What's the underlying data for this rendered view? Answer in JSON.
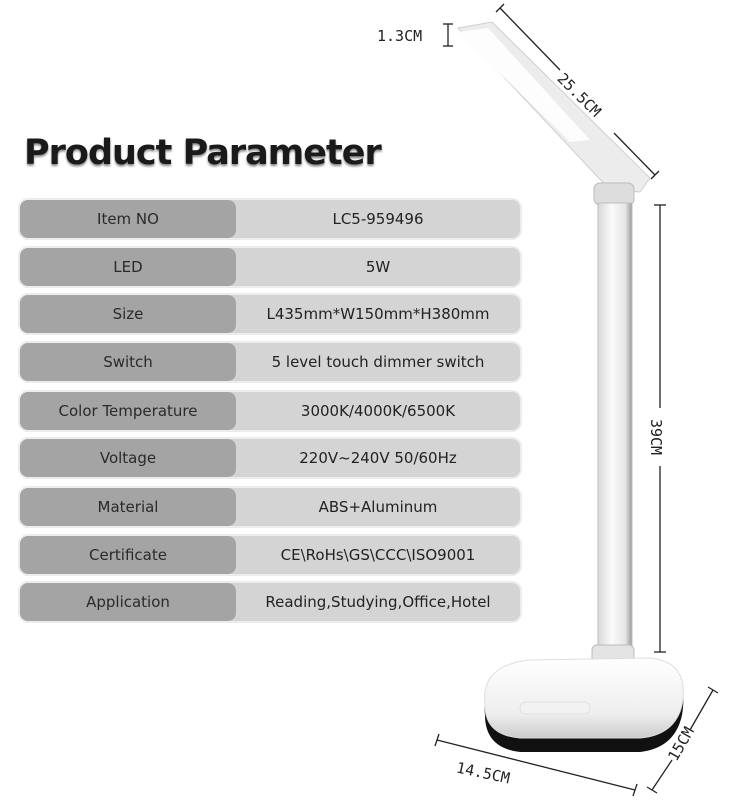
{
  "title": "Product Parameter",
  "parameters": [
    {
      "label": "Item NO",
      "value": "LC5-959496"
    },
    {
      "label": "LED",
      "value": "5W"
    },
    {
      "label": "Size",
      "value": "L435mm*W150mm*H380mm"
    },
    {
      "label": "Switch",
      "value": "5 level touch dimmer switch"
    },
    {
      "label": "Color Temperature",
      "value": "3000K/4000K/6500K"
    },
    {
      "label": "Voltage",
      "value": "220V~240V 50/60Hz"
    },
    {
      "label": "Material",
      "value": "ABS+Aluminum"
    },
    {
      "label": "Certificate",
      "value": "CE\\RoHs\\GS\\CCC\\ISO9001"
    },
    {
      "label": "Application",
      "value": "Reading,Studying,Office,Hotel"
    }
  ],
  "dimensions": {
    "head_thickness": "1.3CM",
    "head_length": "25.5CM",
    "height": "39CM",
    "base_depth": "15CM",
    "base_width": "14.5CM"
  }
}
